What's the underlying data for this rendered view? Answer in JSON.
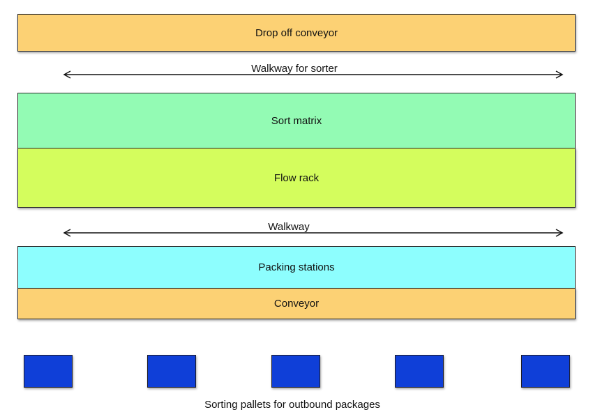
{
  "zones": {
    "drop_off": {
      "label": "Drop off conveyor",
      "color": "#fcd174"
    },
    "sort_matrix": {
      "label": "Sort matrix",
      "color": "#93fbb4"
    },
    "flow_rack": {
      "label": "Flow rack",
      "color": "#d4fd5d"
    },
    "packing": {
      "label": "Packing stations",
      "color": "#8dfefe"
    },
    "conveyor": {
      "label": "Conveyor",
      "color": "#fcd174"
    }
  },
  "walkways": {
    "sorter": {
      "label": "Walkway for sorter"
    },
    "main": {
      "label": "Walkway"
    }
  },
  "pallets": {
    "count": 5,
    "color": "#0f3fd8",
    "caption": "Sorting pallets for outbound packages"
  }
}
